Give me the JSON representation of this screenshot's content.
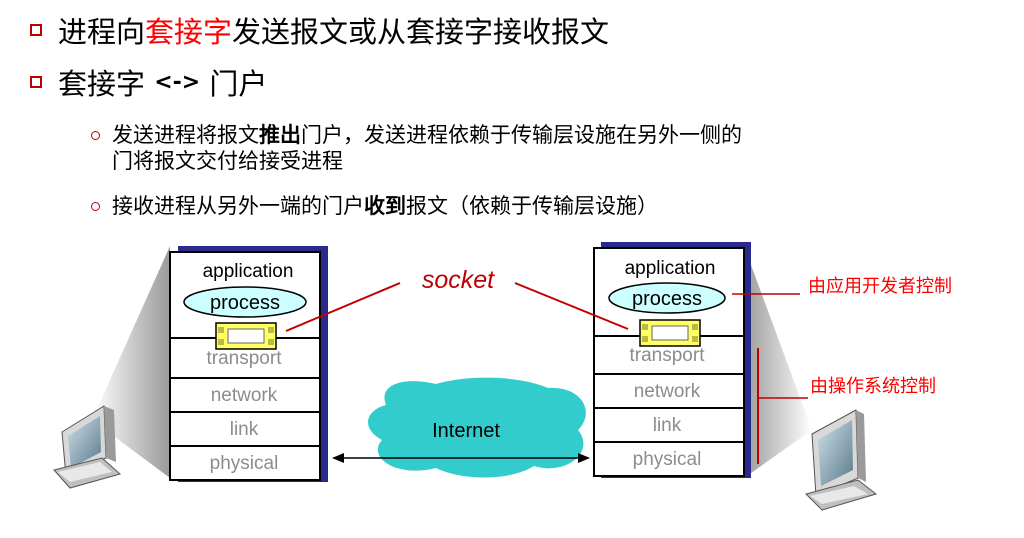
{
  "bullets": {
    "b1": {
      "pre": "进程向",
      "highlight": "套接字",
      "post": "发送报文或从套接字接收报文"
    },
    "b2": {
      "pre": "套接字 ",
      "arrow": "<->",
      "post": " 门户"
    },
    "sub1": {
      "pre": "发送进程将报文",
      "bold": "推出",
      "post": "门户，发送进程依赖于传输层设施在另外一侧的",
      "line2": "门将报文交付给接受进程"
    },
    "sub2": {
      "pre": "接收进程从另外一端的门户",
      "bold": "收到",
      "post": "报文（依赖于传输层设施）"
    }
  },
  "diagram": {
    "socket_label": "socket",
    "internet_label": "Internet",
    "app_label": "application",
    "process_label": "process",
    "layers": [
      "transport",
      "network",
      "link",
      "physical"
    ],
    "annotation_app": "由应用开发者控制",
    "annotation_os": "由操作系统控制"
  },
  "colors": {
    "accent": "#c00000",
    "annotation": "#ff0000",
    "stack_shadow": "#2a2a8c",
    "internet_cloud": "#33cccc",
    "socket_fill": "#ffff66",
    "layer_text": "#8c8c8c"
  },
  "icons": [
    "computer-left-icon",
    "computer-right-icon"
  ]
}
